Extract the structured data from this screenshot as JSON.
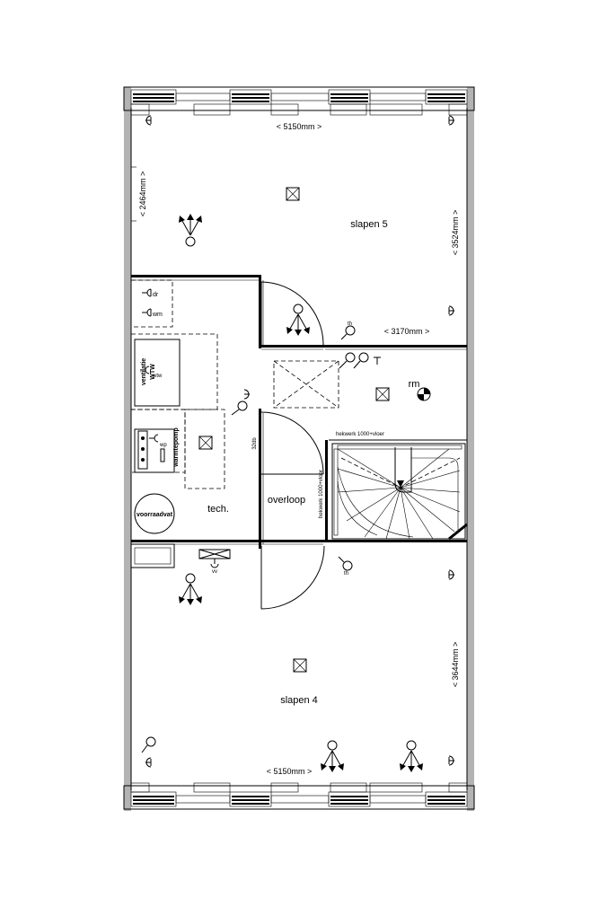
{
  "rooms": {
    "slapen5": "slapen 5",
    "slapen4": "slapen 4",
    "overloop": "overloop",
    "tech": "tech.",
    "rm": "rm"
  },
  "dimensions": {
    "top_width": "< 5150mm >",
    "bottom_width": "< 5150mm >",
    "left_height_top": "< 2464mm >",
    "right_height_top": "< 3524mm >",
    "mid_width": "< 3170mm >",
    "right_height_bottom": "< 3644mm >"
  },
  "labels": {
    "dr": "dr",
    "wm": "wm",
    "ventilatie": "ventilatie",
    "wtw_big": "WTW",
    "wtw_small": "wtw",
    "warmtepomp": "warmtepomp",
    "wp": "wp",
    "voorraadvat": "voorraadvat",
    "door_label": "32db",
    "hekwerk_top": "hekwerk 1000+vloer",
    "hekwerk_side": "hekwerk 1000+vloer",
    "th_top": "th",
    "th_bottom": "th",
    "vv": "vv"
  },
  "colors": {
    "line": "#000000",
    "gray_wall": "#b3b3b3",
    "background": "#ffffff"
  }
}
